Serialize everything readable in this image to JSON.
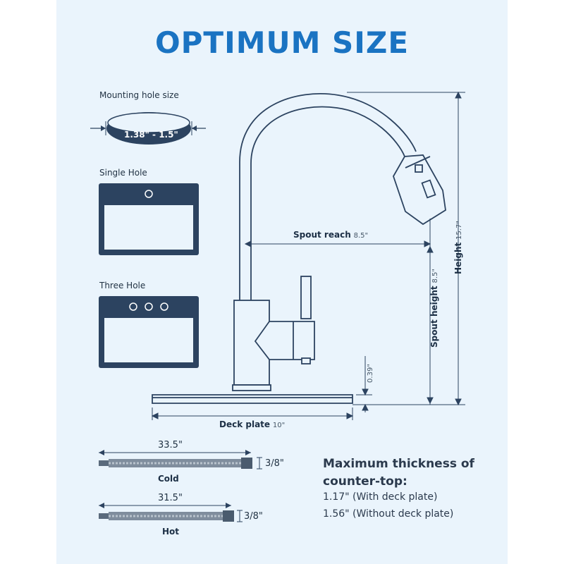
{
  "title": "OPTIMUM SIZE",
  "mounting": {
    "label": "Mounting hole size",
    "range": "1.38\" - 1.5\""
  },
  "single_hole": {
    "label": "Single Hole"
  },
  "three_hole": {
    "label": "Three Hole"
  },
  "dimensions": {
    "spout_reach_label": "Spout reach",
    "spout_reach_value": "8.5\"",
    "height_label": "Height",
    "height_value": "15.7\"",
    "spout_height_label": "Spout height",
    "spout_height_value": "8.5\"",
    "base_value": "0.39\"",
    "deck_plate_label": "Deck plate",
    "deck_plate_value": "10\""
  },
  "hoses": {
    "cold_length": "33.5\"",
    "cold_fitting": "3/8\"",
    "cold_label": "Cold",
    "hot_length": "31.5\"",
    "hot_fitting": "3/8\"",
    "hot_label": "Hot"
  },
  "countertop": {
    "heading_line1": "Maximum thickness of",
    "heading_line2": "counter-top:",
    "with_deck": "1.17\" (With deck plate)",
    "without_deck": "1.56\" (Without deck plate)"
  },
  "colors": {
    "title_blue": "#1a73c2",
    "navy": "#2c4360",
    "panel_bg": "#eaf4fc"
  }
}
